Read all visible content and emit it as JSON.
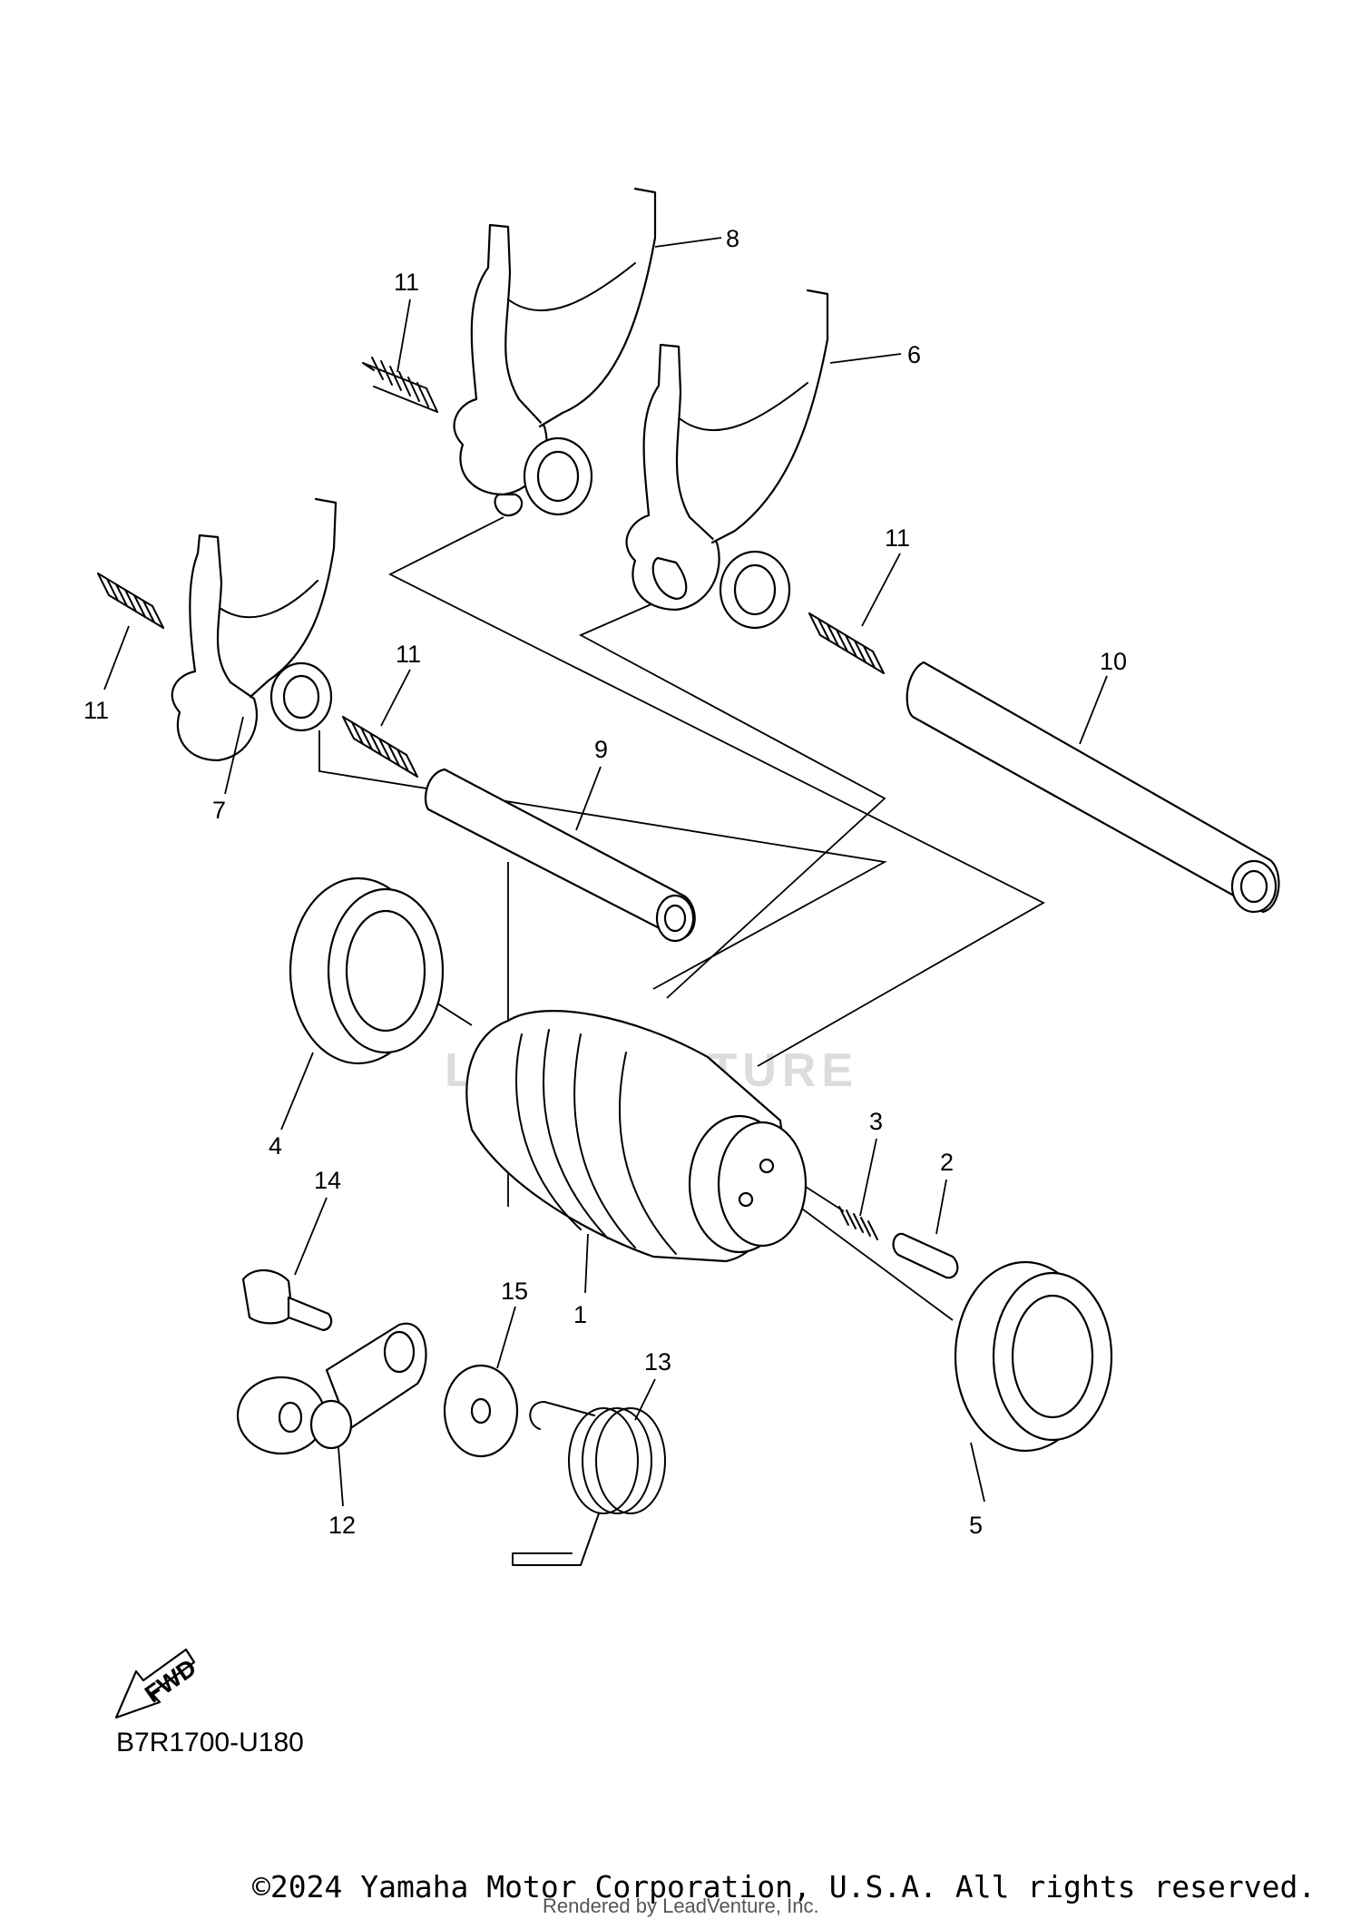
{
  "callouts": [
    "1",
    "2",
    "3",
    "4",
    "5",
    "6",
    "7",
    "8",
    "9",
    "10",
    "11",
    "11",
    "11",
    "11",
    "12",
    "13",
    "14",
    "15"
  ],
  "fwd_badge": "FWD",
  "diagram_code": "B7R1700-U180",
  "watermark": "LEADVENTURE",
  "copyright": "©2024 Yamaha Motor Corporation, U.S.A. All rights reserved.",
  "rendered_by": "Rendered by LeadVenture, Inc."
}
